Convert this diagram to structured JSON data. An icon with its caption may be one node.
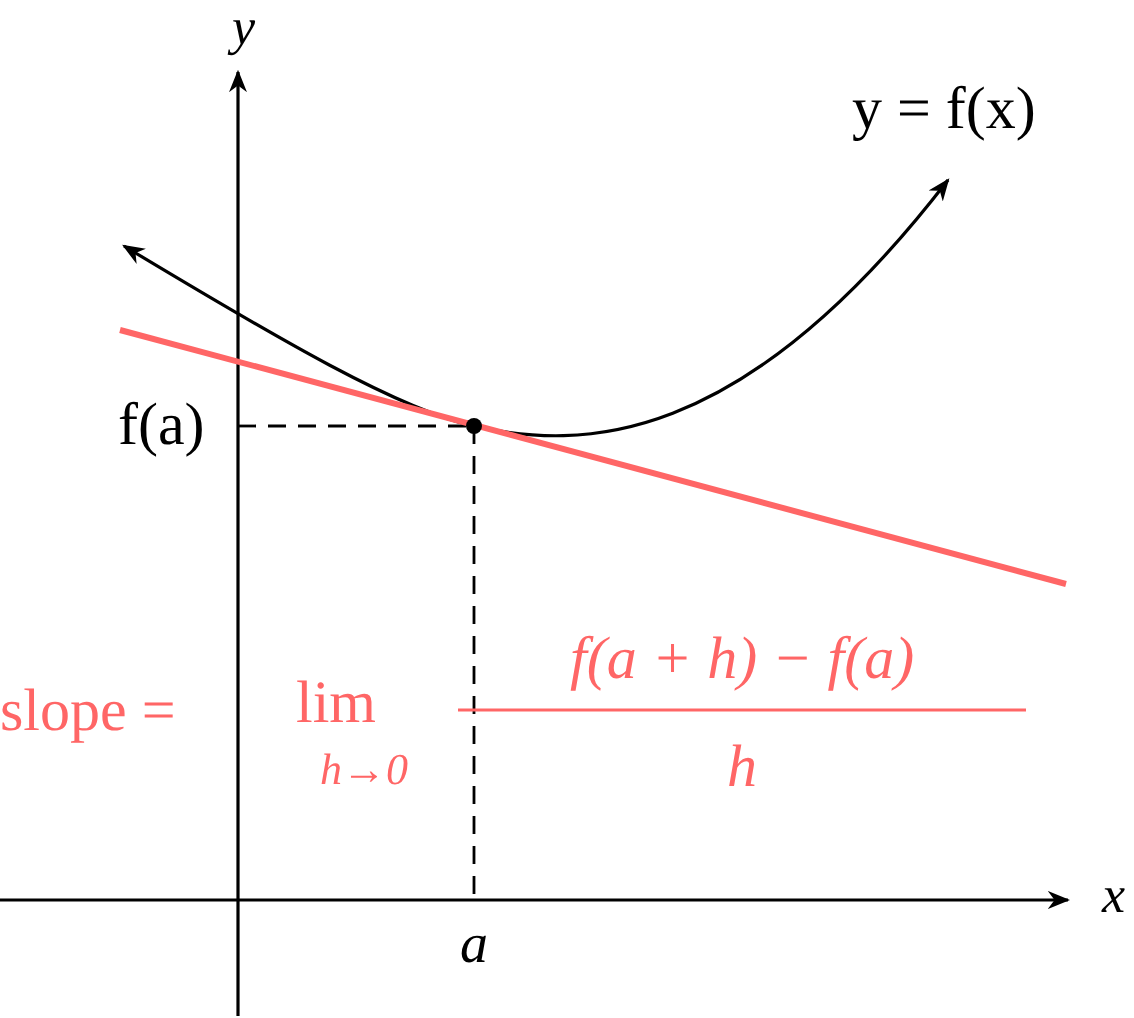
{
  "diagram": {
    "labels": [
      "y",
      "y = f(x)",
      "f(a)",
      "slope =",
      "lim",
      "h→0",
      "f(a + h) − f(a)",
      "h",
      "x",
      "a"
    ]
  }
}
